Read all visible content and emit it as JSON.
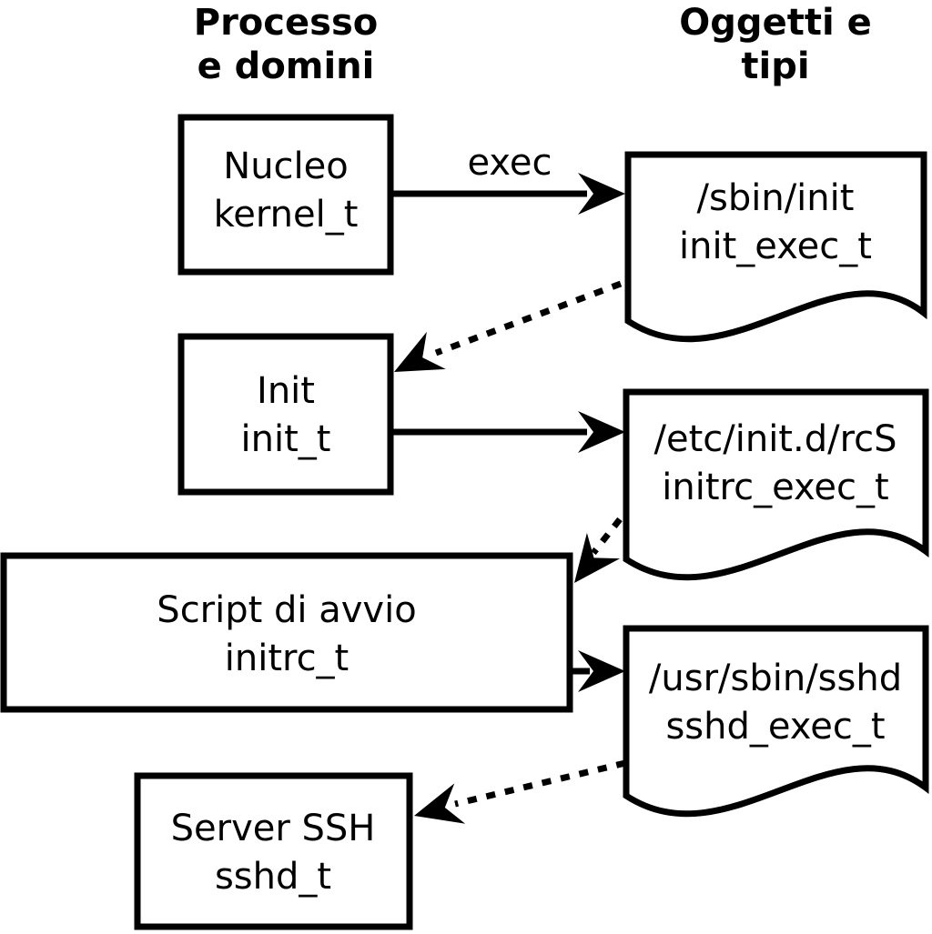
{
  "headers": {
    "processes": {
      "line1": "Processo",
      "line2": "e domini"
    },
    "objects": {
      "line1": "Oggetti e",
      "line2": "tipi"
    }
  },
  "process_boxes": [
    {
      "name": "Nucleo",
      "domain": "kernel_t"
    },
    {
      "name": "Init",
      "domain": "init_t"
    },
    {
      "name": "Script di avvio",
      "domain": "initrc_t"
    },
    {
      "name": "Server SSH",
      "domain": "sshd_t"
    }
  ],
  "object_files": [
    {
      "path": "/sbin/init",
      "type": "init_exec_t"
    },
    {
      "path": "/etc/init.d/rcS",
      "type": "initrc_exec_t"
    },
    {
      "path": "/usr/sbin/sshd",
      "type": "sshd_exec_t"
    }
  ],
  "arrow_labels": {
    "exec": "exec"
  },
  "colors": {
    "foreground": "#000000",
    "background": "#ffffff"
  }
}
